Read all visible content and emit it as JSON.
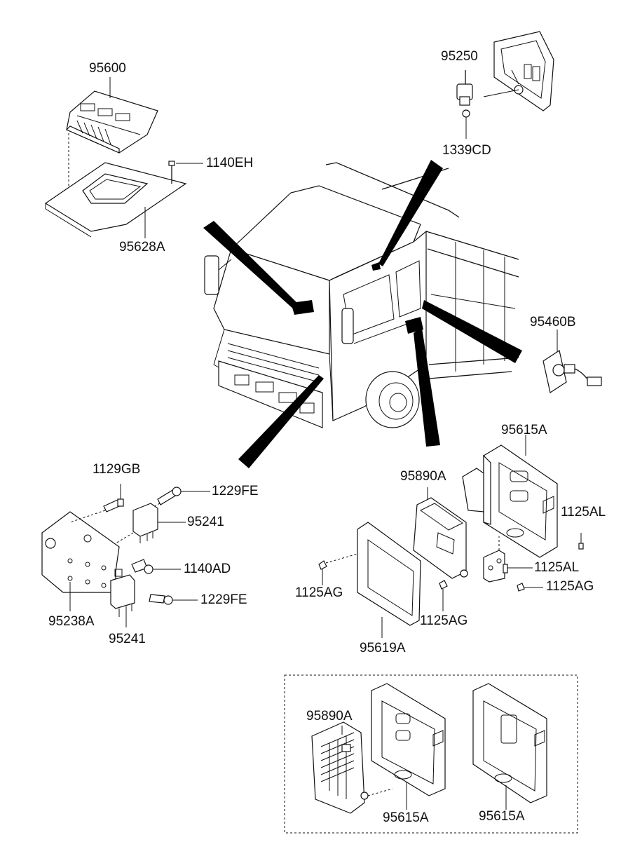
{
  "labels": {
    "p95600": "95600",
    "p1140eh": "1140EH",
    "p95628a": "95628A",
    "p95250": "95250",
    "p1339cd": "1339CD",
    "p95460b": "95460B",
    "p95615a_main": "95615A",
    "p1129gb": "1129GB",
    "p1229fe_top": "1229FE",
    "p95241_top": "95241",
    "p1140ad": "1140AD",
    "p1229fe_bottom": "1229FE",
    "p95238a": "95238A",
    "p95241_bottom": "95241",
    "p95890a_main": "95890A",
    "p1125al_right": "1125AL",
    "p1125al_mid": "1125AL",
    "p1125ag_right": "1125AG",
    "p1125ag_left": "1125AG",
    "p1125ag_center": "1125AG",
    "p95619a": "95619A",
    "p95890a_inset": "95890A",
    "p95615a_inset_left": "95615A",
    "p95615a_inset_right": "95615A"
  },
  "colors": {
    "line": "#111111",
    "background": "#ffffff",
    "pointer": "#000000"
  }
}
